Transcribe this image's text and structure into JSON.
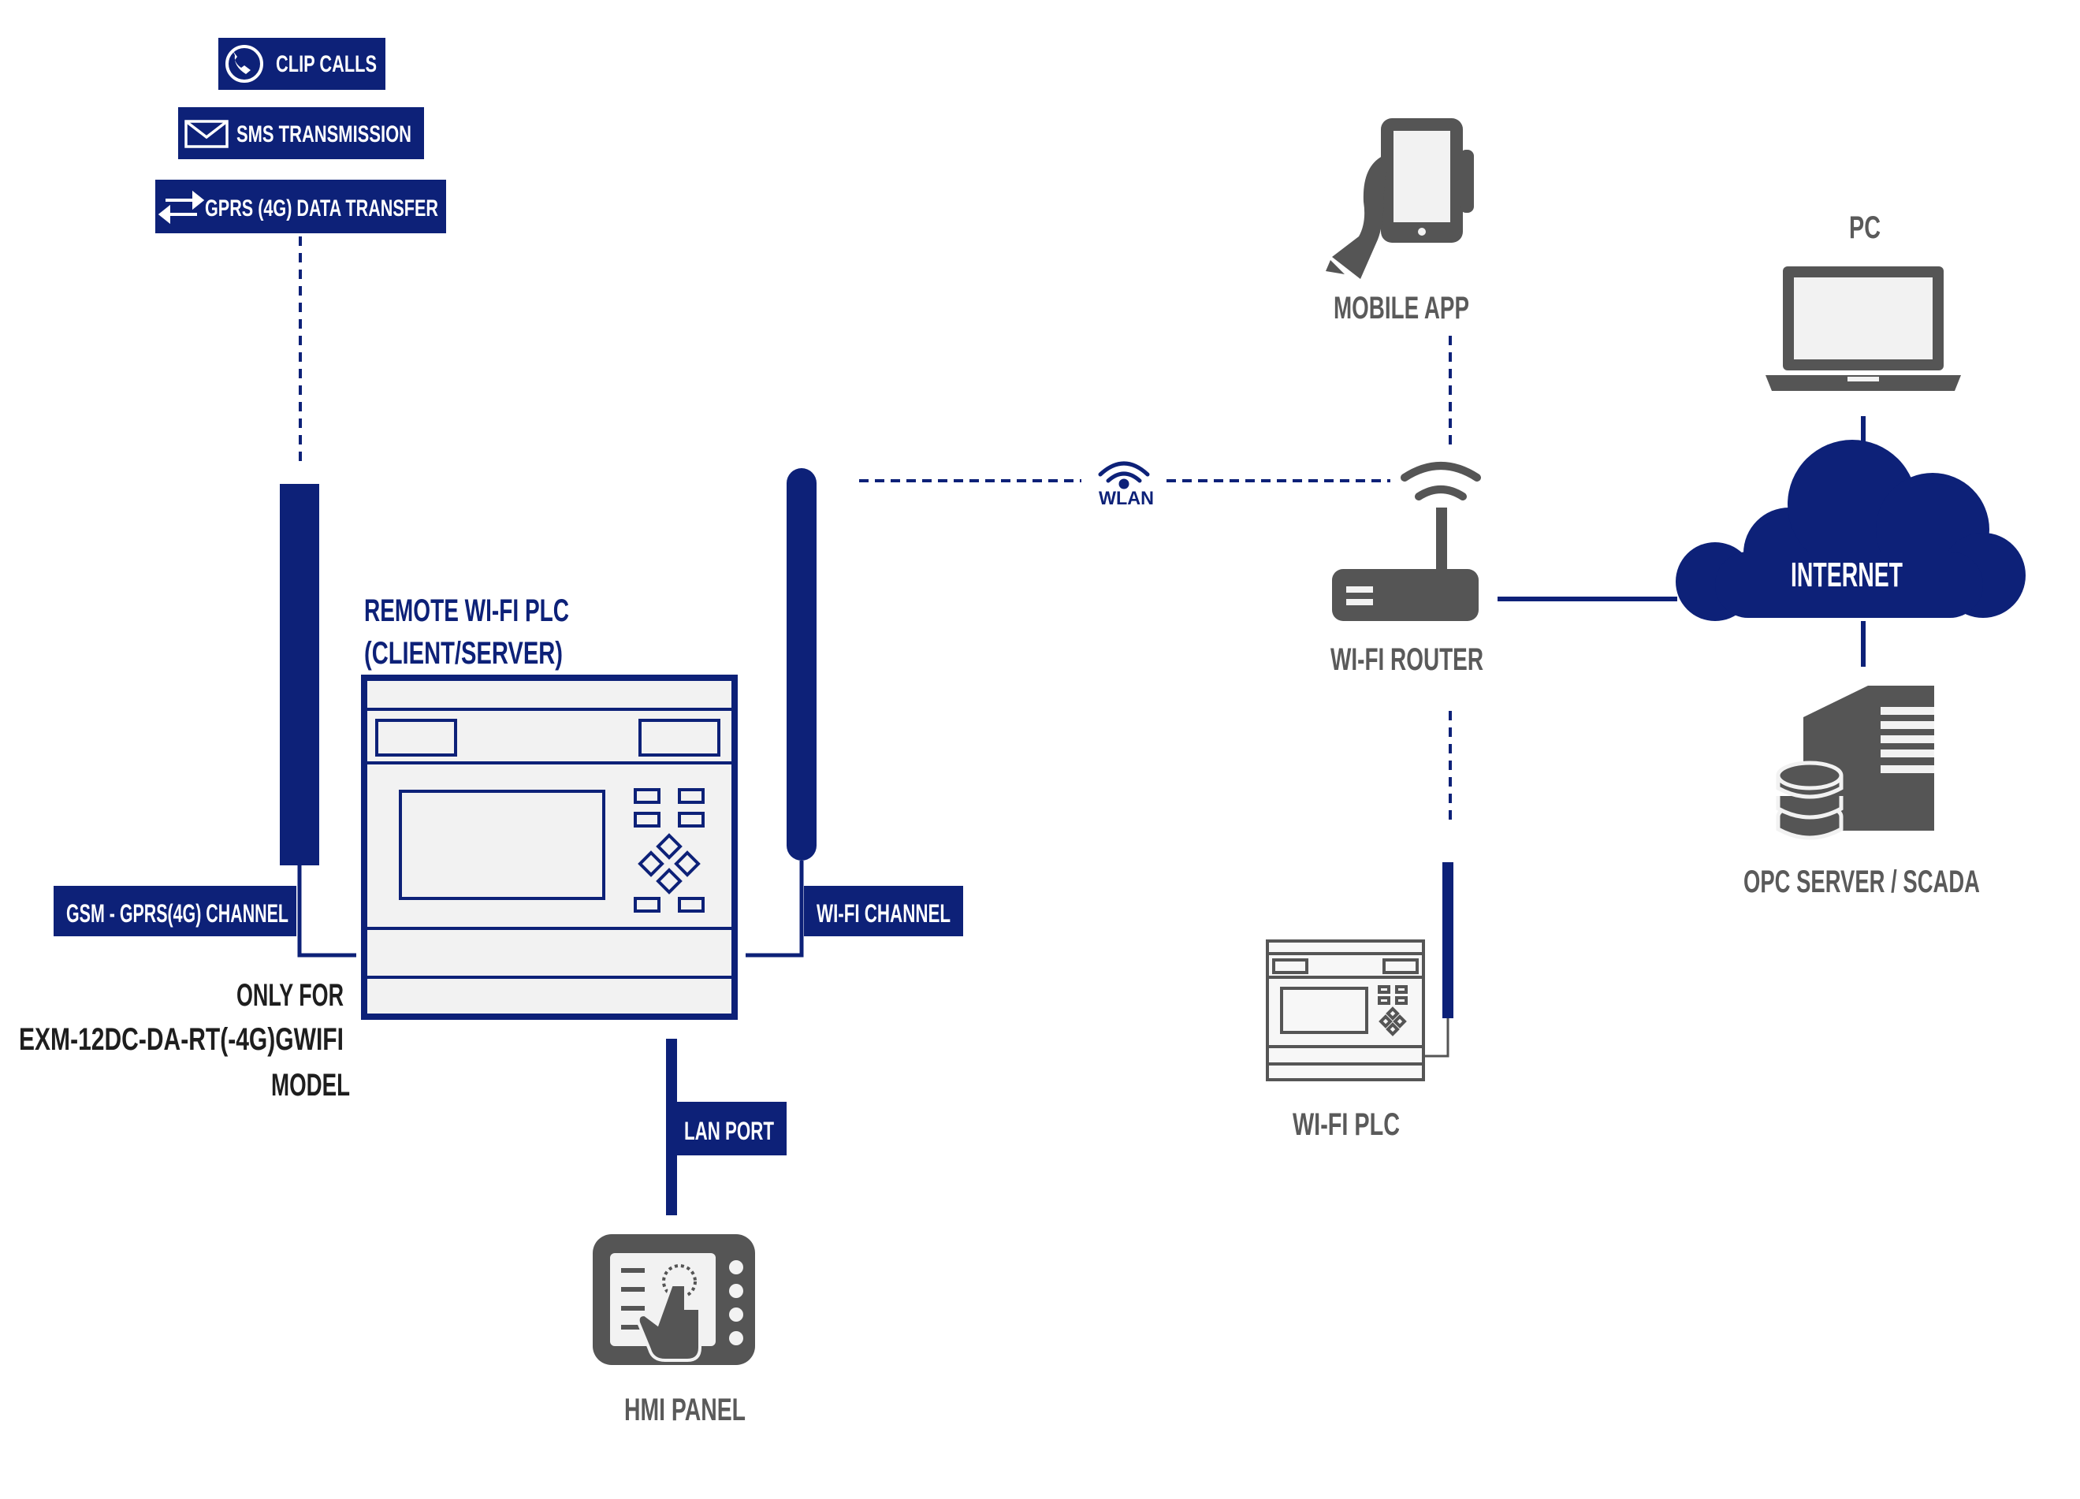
{
  "badges": {
    "clip_calls": "CLIP CALLS",
    "sms": "SMS TRANSMISSION",
    "gprs": "GPRS (4G) DATA TRANSFER"
  },
  "plc_main": {
    "title_line1": "REMOTE WI-FI PLC",
    "title_line2": "(CLIENT/SERVER)"
  },
  "channels": {
    "gsm": "GSM - GPRS(4G) CHANNEL",
    "wifi": "WI-FI CHANNEL",
    "lan": "LAN PORT"
  },
  "model_note": {
    "line1": "ONLY FOR",
    "line2": "EXM-12DC-DA-RT(-4G)GWIFI",
    "line3": "MODEL"
  },
  "nodes": {
    "hmi": "HMI PANEL",
    "wlan": "WLAN",
    "mobile": "MOBILE APP",
    "router": "WI-FI ROUTER",
    "wifi_plc": "WI-FI PLC",
    "pc": "PC",
    "internet": "INTERNET",
    "opc": "OPC SERVER / SCADA"
  },
  "icons": [
    "phone-icon",
    "envelope-icon",
    "transfer-arrows-icon",
    "wifi-icon",
    "smartphone-hand-icon",
    "laptop-icon",
    "cloud-icon",
    "server-database-icon",
    "router-icon",
    "plc-icon",
    "hmi-touch-icon"
  ],
  "colors": {
    "navy": "#0d2178",
    "grey_icon": "#555555",
    "grey_text": "#5a5a5a"
  }
}
